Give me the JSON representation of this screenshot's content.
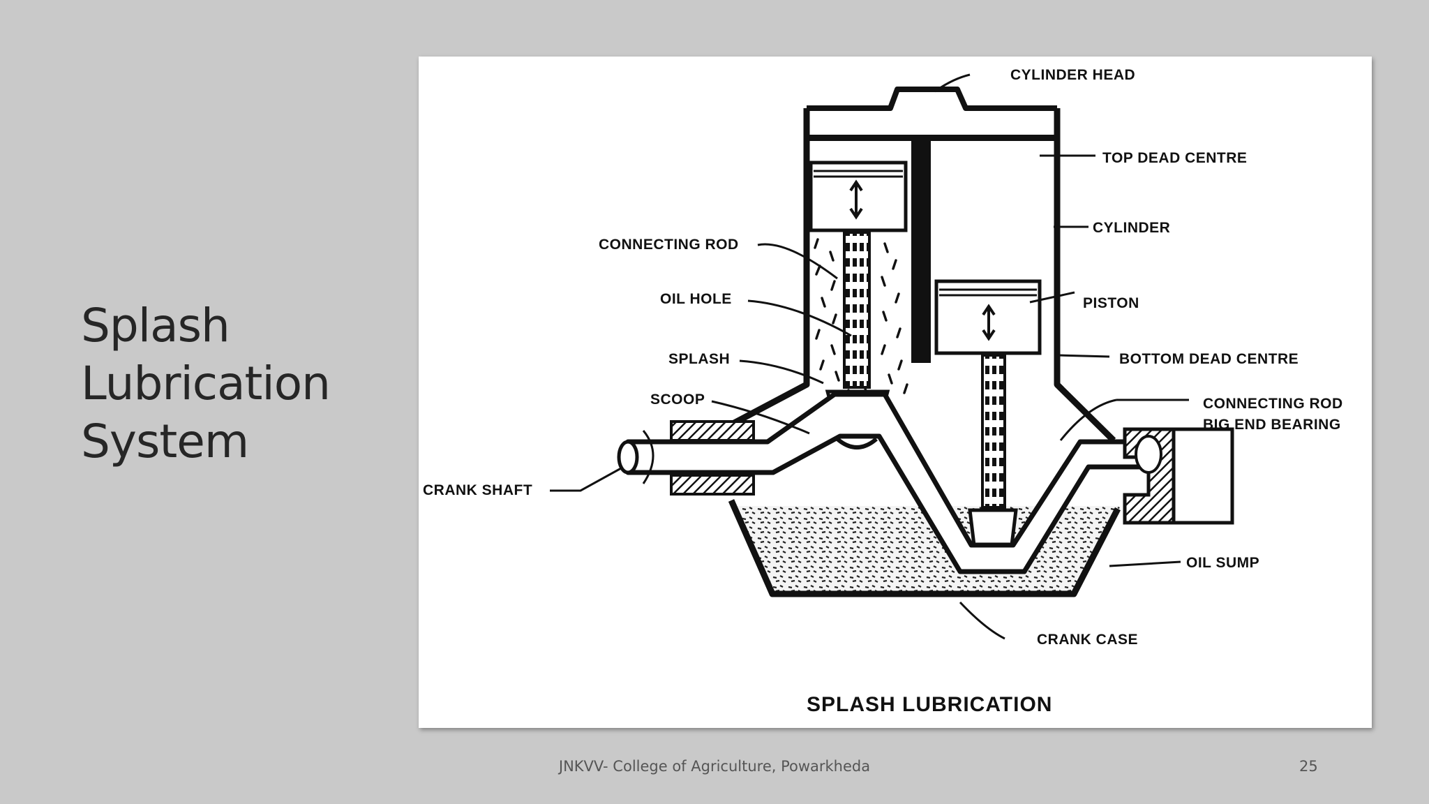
{
  "slide": {
    "title_lines": [
      "Splash",
      "Lubrication",
      "System"
    ],
    "footer": "JNKVV- College of Agriculture, Powarkheda",
    "page_number": "25"
  },
  "diagram": {
    "caption": "SPLASH LUBRICATION",
    "labels": {
      "cylinder_head": "CYLINDER HEAD",
      "top_dead_centre": "TOP DEAD CENTRE",
      "cylinder": "CYLINDER",
      "piston": "PISTON",
      "bottom_dead_centre": "BOTTOM DEAD CENTRE",
      "connecting_rod_big_end_1": "CONNECTING ROD",
      "connecting_rod_big_end_2": "BIG END BEARING",
      "oil_sump": "OIL SUMP",
      "crank_case": "CRANK CASE",
      "connecting_rod": "CONNECTING ROD",
      "oil_hole": "OIL HOLE",
      "splash": "SPLASH",
      "scoop": "SCOOP",
      "crank_shaft": "CRANK SHAFT"
    }
  }
}
